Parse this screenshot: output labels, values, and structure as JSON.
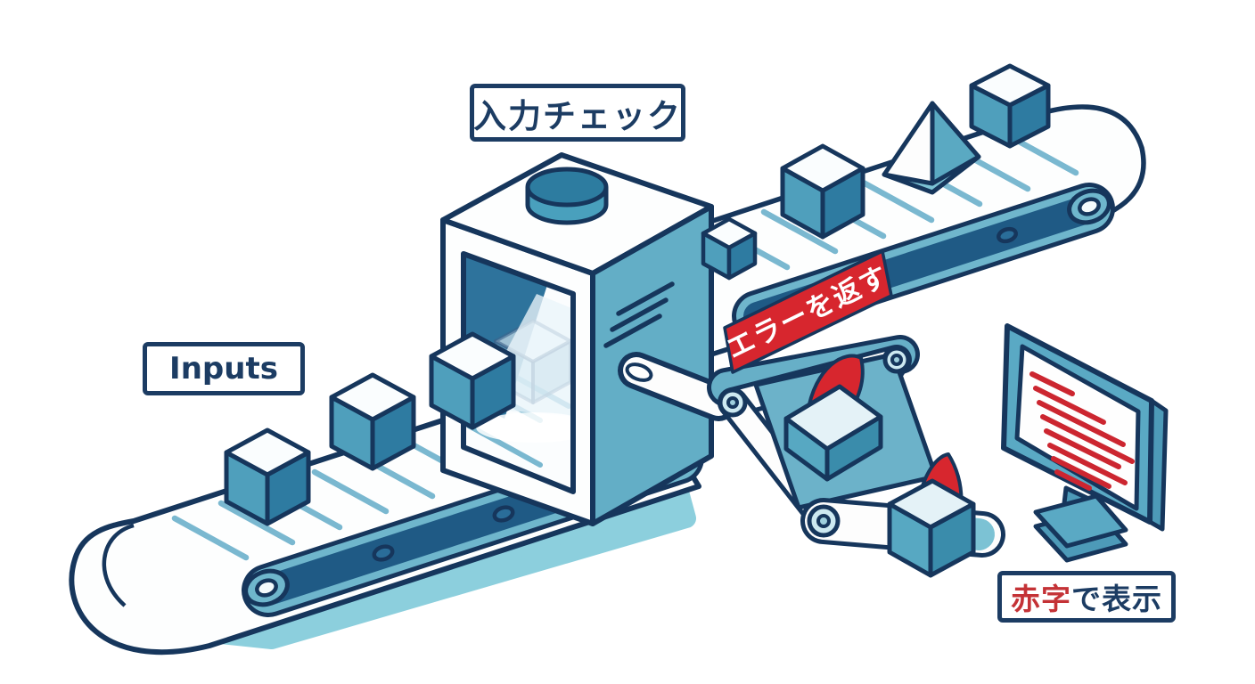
{
  "labels": {
    "inputs": {
      "text": "Inputs"
    },
    "input_check": {
      "text": "入力チェック"
    },
    "error_banner": {
      "text": "エラーを返す"
    },
    "red_display": {
      "red_part": "赤字",
      "dark_part": "で表示"
    }
  },
  "palette": {
    "outline_navy": "#16365c",
    "label_navy": "#1c3c63",
    "teal_light": "#7cc2d4",
    "teal_mid": "#4f9fbc",
    "teal_dark": "#2e7ba1",
    "machine_side_teal": "#63aec6",
    "belt_dark": "#1f5a85",
    "belt_edge": "#6fb6cc",
    "hatch_blue": "#7ab8d0",
    "shadow_teal": "#8ccfdd",
    "alert_red": "#d7262e",
    "error_text_red": "#cc2630",
    "background": "#ffffff"
  },
  "scene": {
    "left_conveyor": {
      "cubes": 3
    },
    "machine": {
      "scanned_cubes": 1,
      "has_scan_beam": true
    },
    "right_conveyor": {
      "cubes": 3,
      "prisms": 1
    },
    "error_path": {
      "flagged_boxes": 2,
      "arm_joints": 3
    },
    "monitor": {
      "error_lines": 8
    }
  }
}
